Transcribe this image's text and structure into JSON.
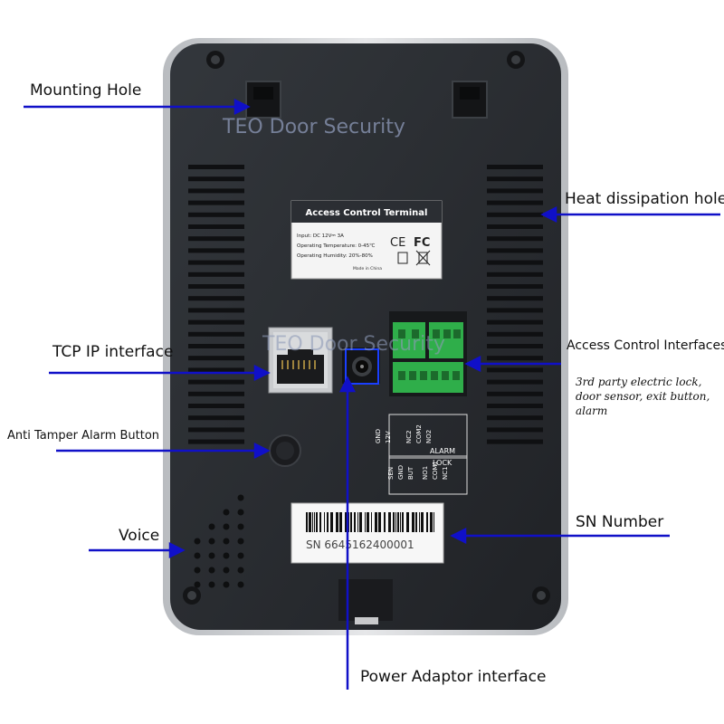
{
  "watermark": "TEO Door Security",
  "device": {
    "label_title": "Access Control Terminal",
    "specs": [
      "Input:  DC 12V⎓ 3A",
      "Operating Temperature: 0-45℃",
      "Operating Humidity: 20%-80%"
    ],
    "made_in": "Made in China",
    "cert_ce": "CE",
    "cert_fc": "FC",
    "terminal_top_left": [
      "GND",
      "12V"
    ],
    "terminal_top_right": [
      "NC2",
      "COM2",
      "NO2"
    ],
    "alarm_label": "ALARM",
    "lock_label": "LOCK",
    "terminal_bottom_left": [
      "SEN",
      "GND",
      "BUT"
    ],
    "terminal_bottom_right": [
      "NO1",
      "COM1",
      "NC1"
    ],
    "serial": "SN 6645162400001"
  },
  "callouts": {
    "mounting_hole": "Mounting Hole",
    "heat_dissipation": "Heat dissipation hole",
    "tcp_ip": "TCP IP interface",
    "access_control": "Access Control Interfaces",
    "access_control_note": "3rd party electric lock, door sensor, exit button, alarm",
    "anti_tamper": "Anti Tamper Alarm Button",
    "voice": "Voice",
    "sn_number": "SN Number",
    "power_adaptor": "Power Adaptor interface"
  },
  "colors": {
    "arrow": "#1010c8",
    "device_body": "#2a2d31",
    "terminal_green": "#2fae4a"
  }
}
